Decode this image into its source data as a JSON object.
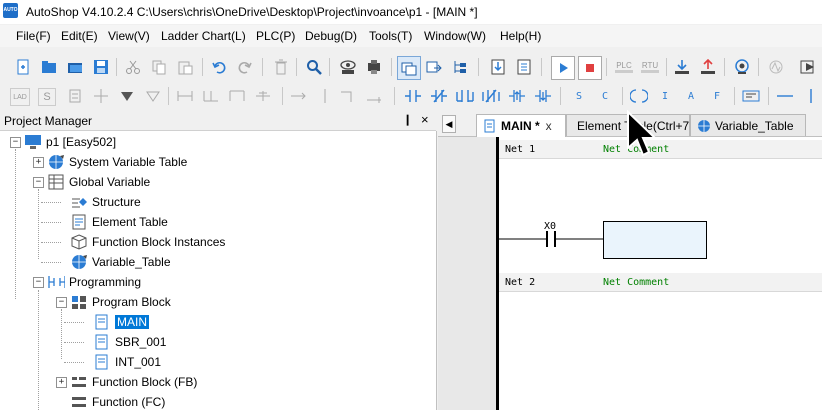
{
  "window": {
    "app_icon_text": "AUTO",
    "title": "AutoShop V4.10.2.4  C:\\Users\\chris\\OneDrive\\Desktop\\Project\\invoance\\p1 - [MAIN *]"
  },
  "menu": {
    "items": [
      "File(F)",
      "Edit(E)",
      "View(V)",
      "Ladder Chart(L)",
      "PLC(P)",
      "Debug(D)",
      "Tools(T)",
      "Window(W)",
      "Help(H)"
    ]
  },
  "toolbar": {
    "plc_label": "PLC",
    "rtu_label": "RTU",
    "lad_label": "LAD",
    "s_label": "S",
    "a_label": "A",
    "c_label": "C",
    "f_label": "F",
    "i_label": "I",
    "s2_label": "S"
  },
  "project_manager": {
    "title": "Project Manager",
    "pin": "❙",
    "close": "×",
    "tree": {
      "root": "p1 [Easy502]",
      "system_variable_table": "System Variable Table",
      "global_variable": "Global Variable",
      "structure": "Structure",
      "element_table": "Element Table",
      "function_block_instances": "Function Block Instances",
      "variable_table": "Variable_Table",
      "programming": "Programming",
      "program_block": "Program Block",
      "main": "MAIN",
      "sbr": "SBR_001",
      "int": "INT_001",
      "function_block": "Function Block (FB)",
      "function": "Function (FC)"
    }
  },
  "editor": {
    "tabs": [
      {
        "label": "MAIN *",
        "close": "x"
      },
      {
        "label": "Element Table(Ctrl+7)"
      },
      {
        "label": "Variable_Table"
      }
    ],
    "nets": [
      {
        "label": "Net 1",
        "comment": "Net Comment"
      },
      {
        "label": "Net 2",
        "comment": "Net Comment"
      }
    ],
    "contact_label": "X0"
  },
  "colors": {
    "accent": "#0078d7",
    "comment": "#008000",
    "coil_fill": "#eaf4fc"
  }
}
